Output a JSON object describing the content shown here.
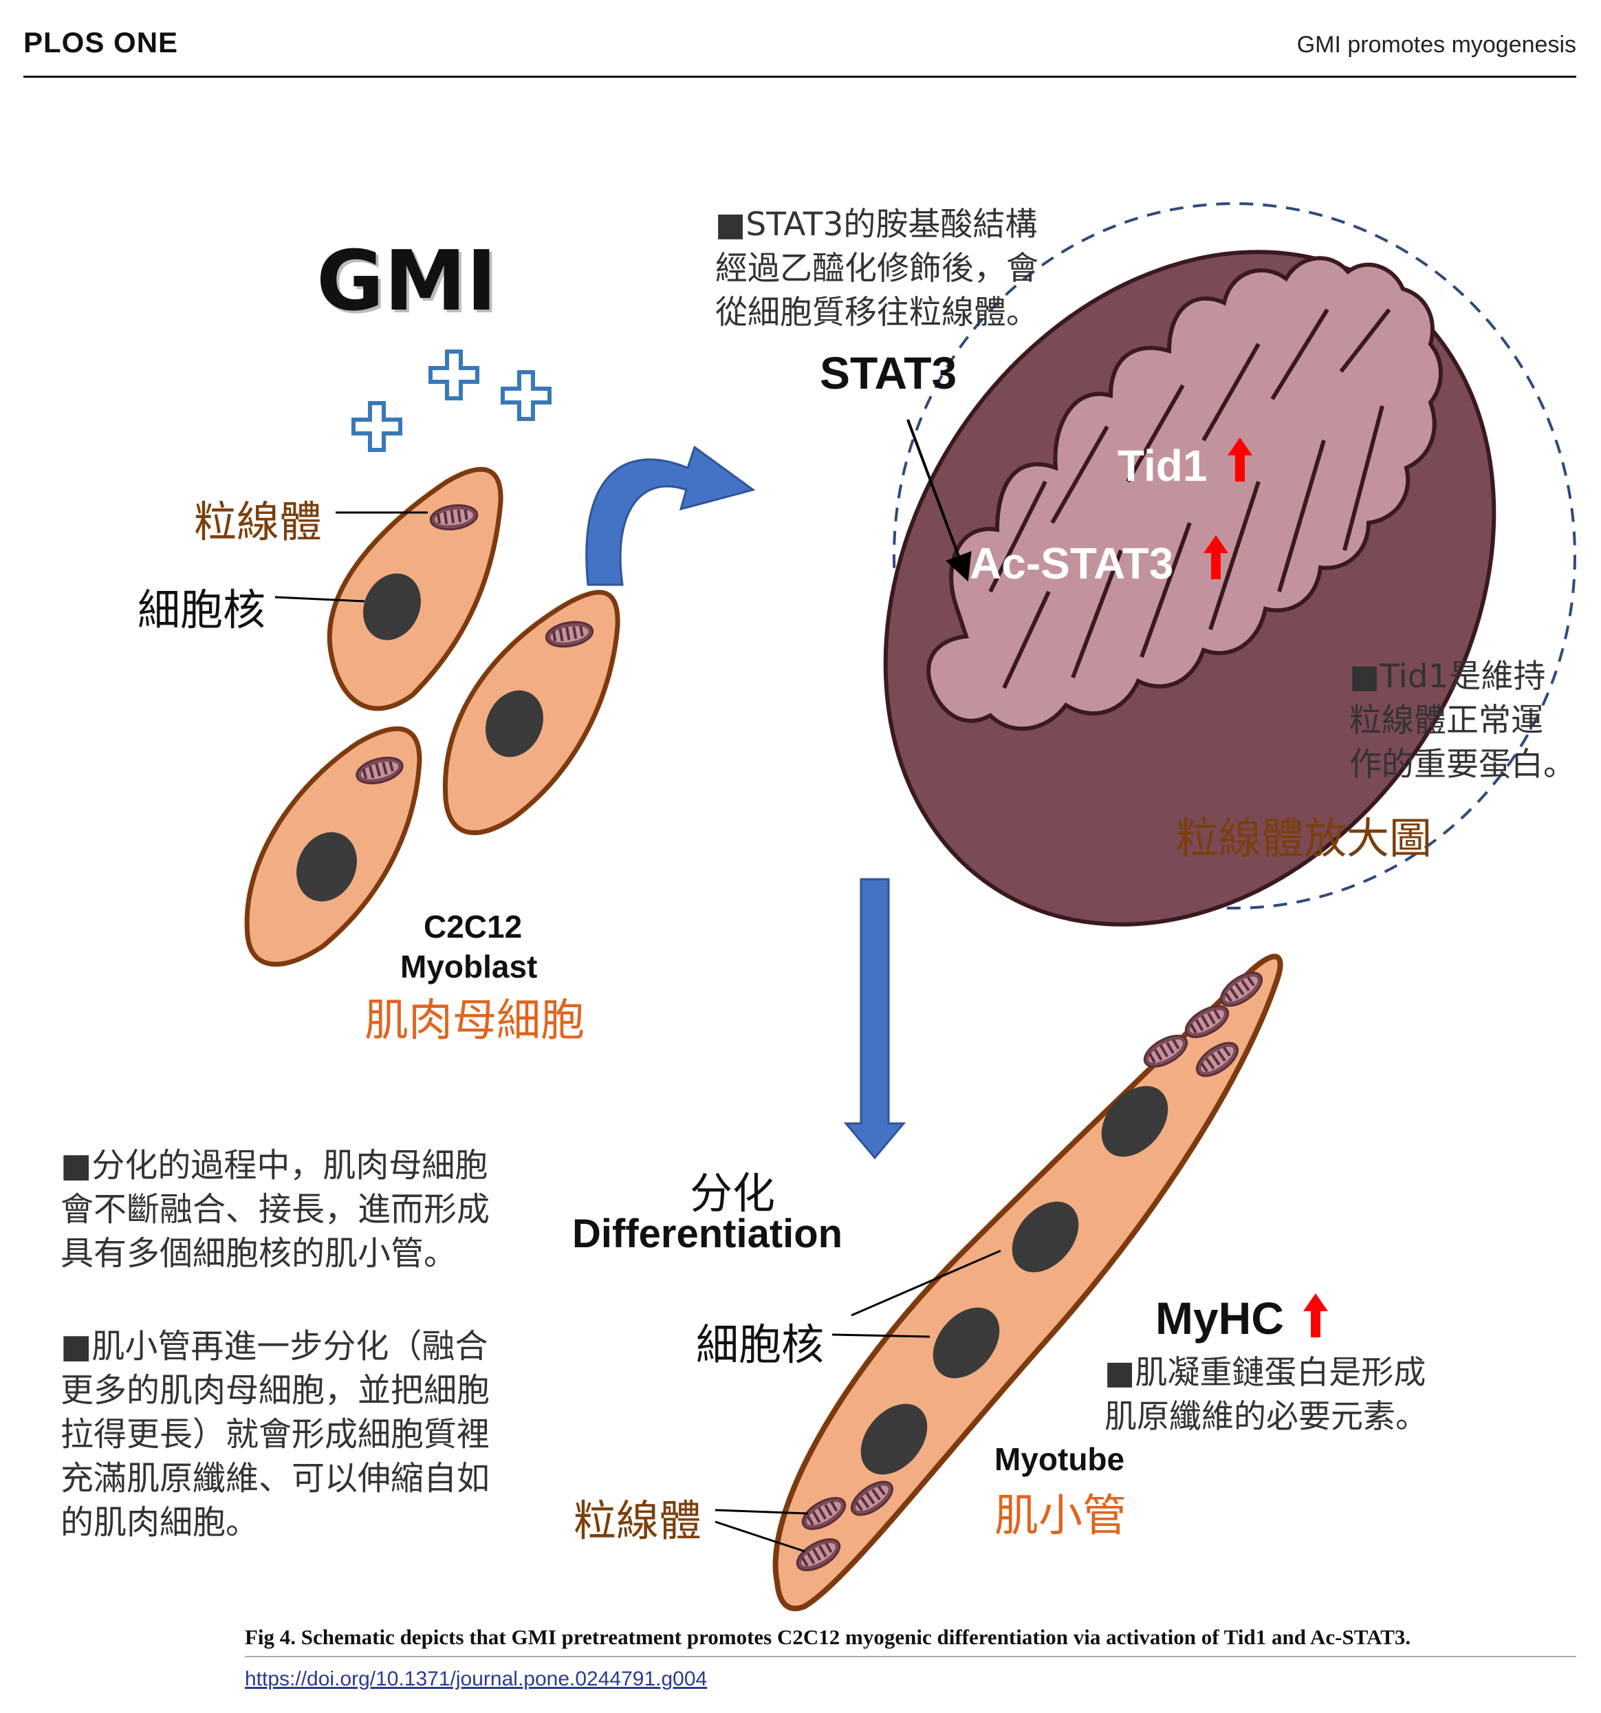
{
  "header": {
    "journal": "PLOS ONE",
    "running_title": "GMI promotes myogenesis"
  },
  "figure": {
    "gmi_label": "GMI",
    "myoblast": {
      "mito_label": "粒線體",
      "nucleus_label": "細胞核",
      "name_en_1": "C2C12",
      "name_en_2": "Myoblast",
      "name_zh": "肌肉母細胞"
    },
    "mito_zoom": {
      "note_stat3": "■STAT3的胺基酸結構\n經過乙醯化修飾後，會\n從細胞質移往粒線體。",
      "stat3_label": "STAT3",
      "tid1_label": "Tid1",
      "acstat3_label": "Ac-STAT3",
      "note_tid1": "■Tid1是維持\n粒線體正常運\n作的重要蛋白。",
      "title": "粒線體放大圖"
    },
    "differentiation": {
      "zh": "分化",
      "en": "Differentiation"
    },
    "notes_left": {
      "p1": "■分化的過程中，肌肉母細胞\n會不斷融合、接長，進而形成\n具有多個細胞核的肌小管。",
      "p2": "■肌小管再進一步分化（融合\n更多的肌肉母細胞，並把細胞\n拉得更長）就會形成細胞質裡\n充滿肌原纖維、可以伸縮自如\n的肌肉細胞。"
    },
    "myotube": {
      "nucleus_label": "細胞核",
      "mito_label": "粒線體",
      "myhc_label": "MyHC",
      "note_myhc": "■肌凝重鏈蛋白是形成\n肌原纖維的必要元素。",
      "name_en": "Myotube",
      "name_zh": "肌小管"
    },
    "colors": {
      "cell_fill": "#f2ad82",
      "cell_stroke": "#7d3a0e",
      "nucleus": "#3a3a3a",
      "mito_outer": "#7a4a55",
      "mito_inner": "#c2939c",
      "arrow_blue": "#4472c4",
      "plus_blue": "#3a78b8",
      "up_arrow_red": "#ff0000"
    }
  },
  "caption": {
    "text": "Fig 4.  Schematic depicts that GMI pretreatment promotes C2C12 myogenic differentiation via activation of Tid1 and Ac-STAT3.",
    "doi": "https://doi.org/10.1371/journal.pone.0244791.g004"
  }
}
